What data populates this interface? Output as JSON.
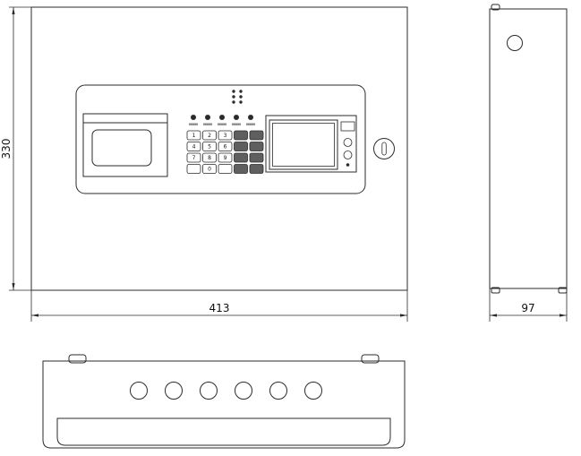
{
  "drawing": {
    "dimensions": {
      "front_height_mm": "330",
      "front_width_mm": "413",
      "side_depth_mm": "97"
    },
    "keypad": {
      "rows": [
        [
          "1",
          "2",
          "3",
          "",
          ""
        ],
        [
          "4",
          "5",
          "6",
          "",
          ""
        ],
        [
          "7",
          "8",
          "9",
          "",
          ""
        ],
        [
          "",
          "0",
          "",
          "",
          ""
        ]
      ]
    }
  }
}
